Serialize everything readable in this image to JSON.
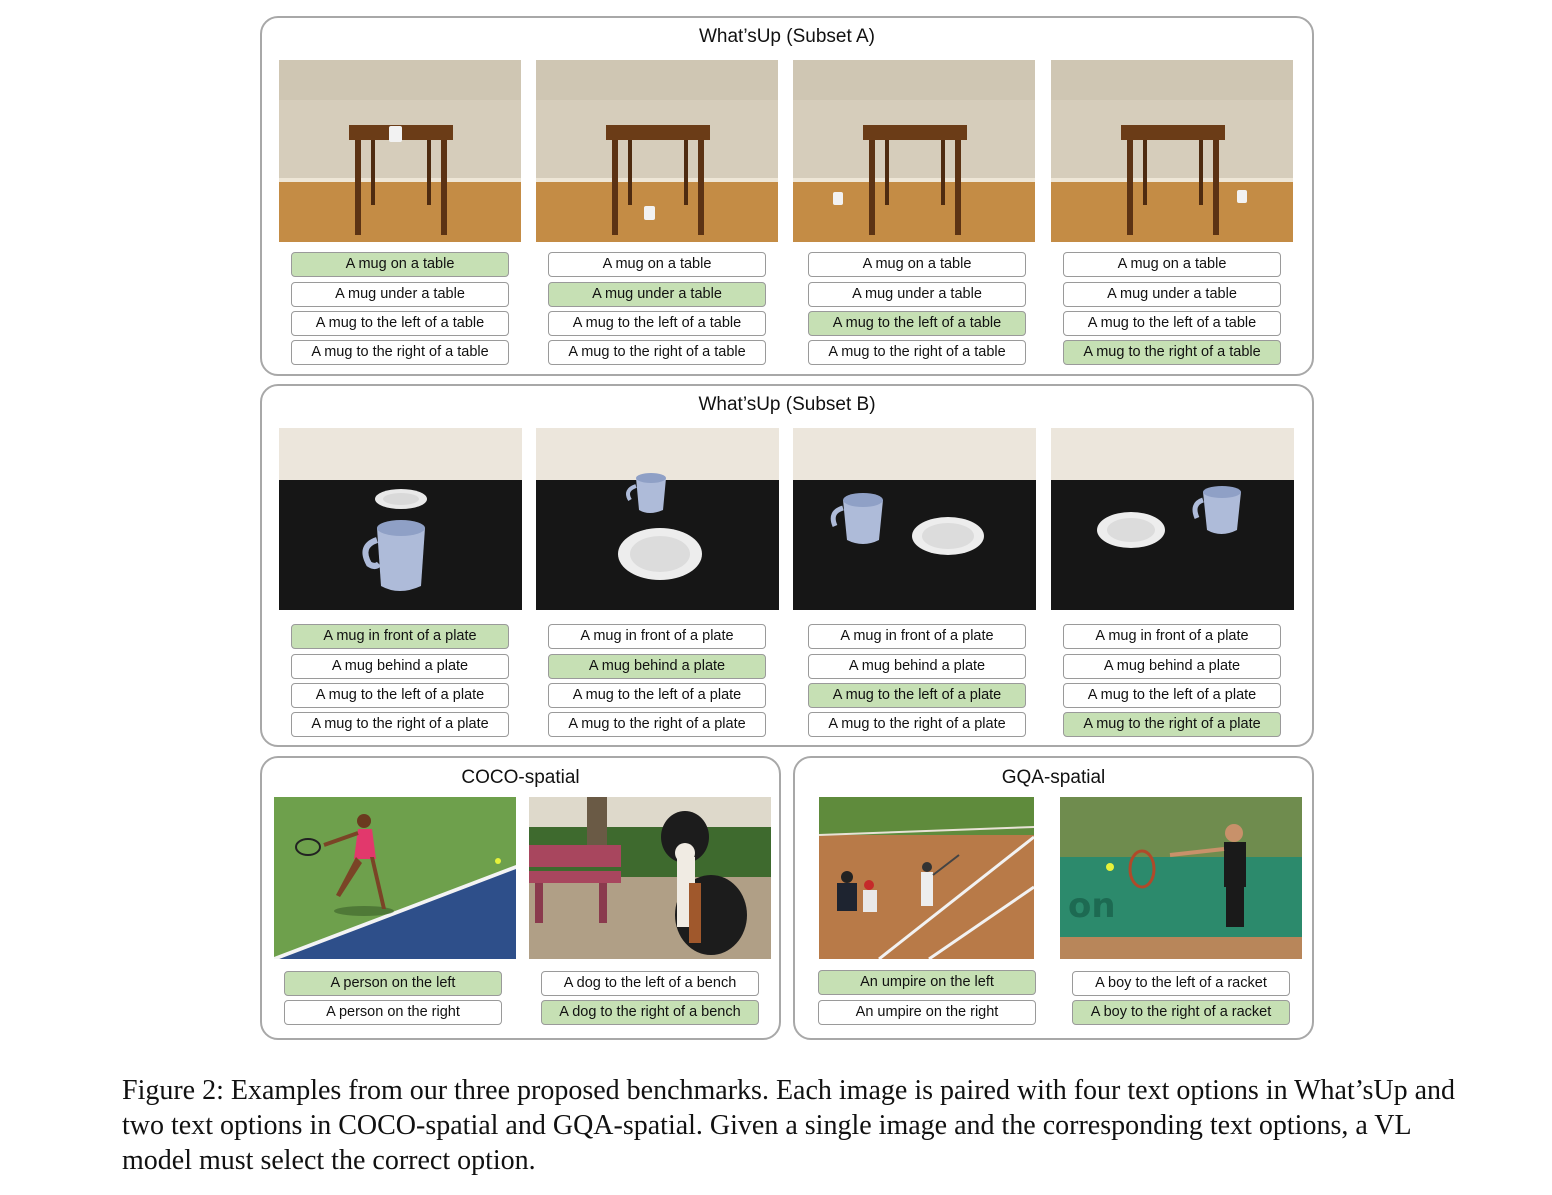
{
  "subset_a": {
    "title": "What’sUp (Subset A)",
    "columns": [
      {
        "options": [
          "A mug on a table",
          "A mug under a table",
          "A mug to the left of a table",
          "A mug to the right of a table"
        ],
        "correct": 0
      },
      {
        "options": [
          "A mug on a table",
          "A mug under a table",
          "A mug to the left of a table",
          "A mug to the right of a table"
        ],
        "correct": 1
      },
      {
        "options": [
          "A mug on a table",
          "A mug under a table",
          "A mug to the left of a table",
          "A mug to the right of a table"
        ],
        "correct": 2
      },
      {
        "options": [
          "A mug on a table",
          "A mug under a table",
          "A mug to the left of a table",
          "A mug to the right of a table"
        ],
        "correct": 3
      }
    ]
  },
  "subset_b": {
    "title": "What’sUp (Subset B)",
    "columns": [
      {
        "options": [
          "A mug in front of a plate",
          "A mug behind a plate",
          "A mug to the left of a plate",
          "A mug to the right of a plate"
        ],
        "correct": 0
      },
      {
        "options": [
          "A mug in front of a plate",
          "A mug behind a plate",
          "A mug to the left of a plate",
          "A mug to the right of a plate"
        ],
        "correct": 1
      },
      {
        "options": [
          "A mug in front of a plate",
          "A mug behind a plate",
          "A mug to the left of a plate",
          "A mug to the right of a plate"
        ],
        "correct": 2
      },
      {
        "options": [
          "A mug in front of a plate",
          "A mug behind a plate",
          "A mug to the left of a plate",
          "A mug to the right of a plate"
        ],
        "correct": 3
      }
    ]
  },
  "coco": {
    "title": "COCO-spatial",
    "columns": [
      {
        "options": [
          "A person on the left",
          "A person on the right"
        ],
        "correct": 0
      },
      {
        "options": [
          "A dog to the left of a bench",
          "A dog to the right of a bench"
        ],
        "correct": 1
      }
    ]
  },
  "gqa": {
    "title": "GQA-spatial",
    "columns": [
      {
        "options": [
          "An umpire on the left",
          "An umpire on the right"
        ],
        "correct": 0
      },
      {
        "options": [
          "A boy to the left of a racket",
          "A boy to the right of a racket"
        ],
        "correct": 1
      }
    ]
  },
  "figure_caption": "Figure 2: Examples from our three proposed benchmarks. Each image is paired with four text options in What’sUp and two text options in COCO-spatial and GQA-spatial. Given a single image and the corresponding text options, a VL model must select the correct option.",
  "colors": {
    "correct_fill": "#c6e0b4",
    "option_border": "#9a9a9a",
    "panel_border": "#a8a8a8"
  }
}
